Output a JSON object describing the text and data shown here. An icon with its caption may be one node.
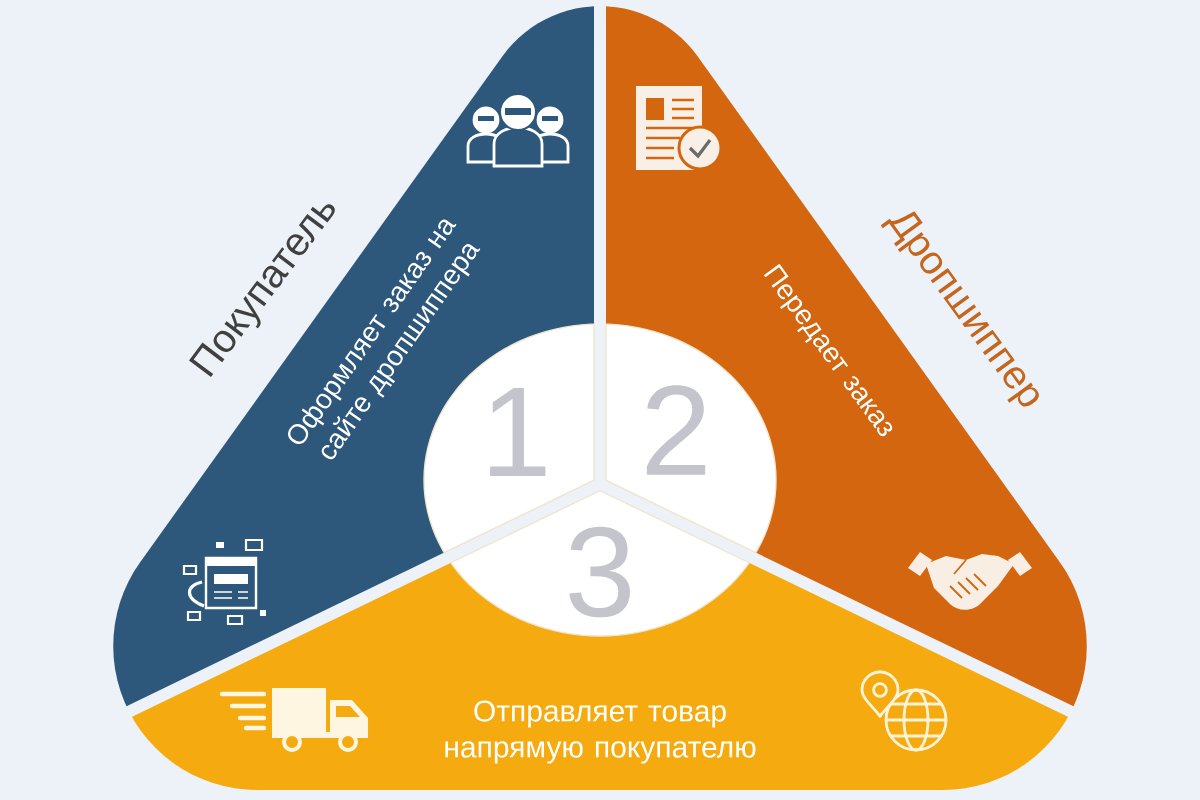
{
  "diagram": {
    "nodes": [
      {
        "text": [
          "Покупатель",
          "Оформляет заказ на сайте дропшиппера"
        ]
      },
      {
        "text": [
          "1"
        ],
        "in": 0
      },
      {
        "text": [
          "Дропшиппер",
          "Передает заказ"
        ]
      },
      {
        "text": [
          "2"
        ],
        "in": 2
      },
      {
        "text": [
          "Отправляет товар напрямую покупателю"
        ]
      },
      {
        "text": [
          "3"
        ],
        "in": 4
      }
    ]
  }
}
